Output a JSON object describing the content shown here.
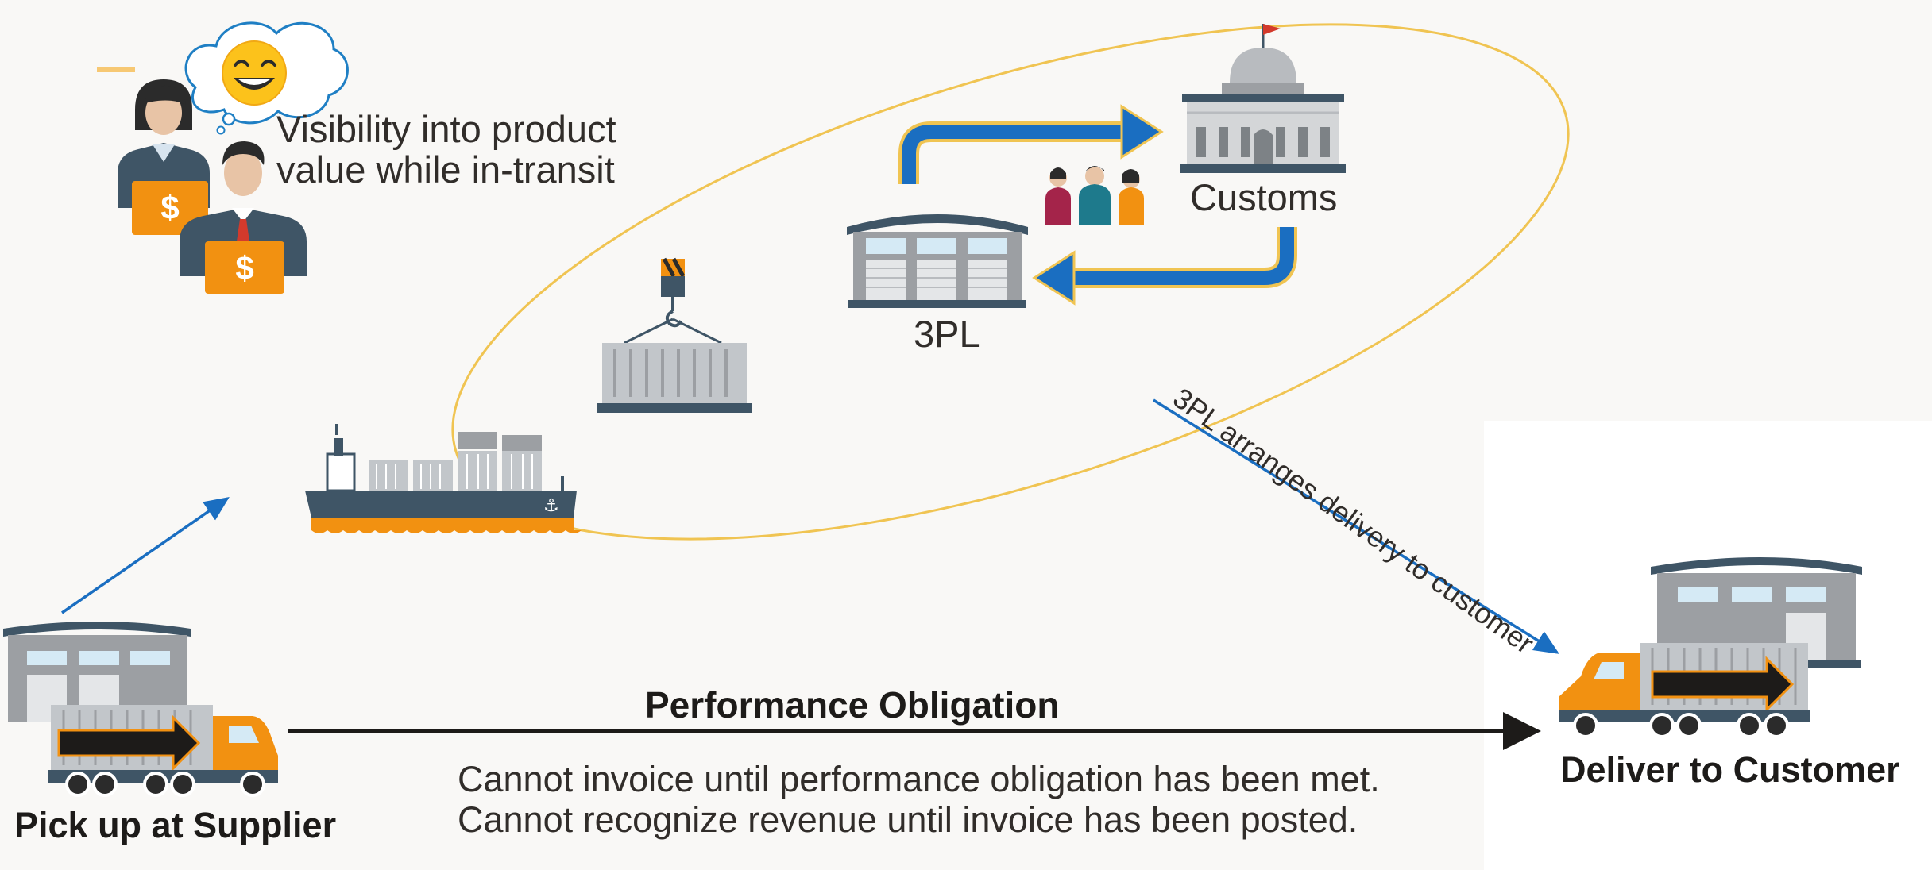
{
  "labels": {
    "visibility": [
      "Visibility into product",
      "value while in-transit"
    ],
    "tpl": "3PL",
    "customs": "Customs",
    "arranges": "3PL arranges delivery to customer",
    "performance_title": "Performance Obligation",
    "performance_note": [
      "Cannot invoice until performance obligation has been met.",
      "Cannot recognize revenue until invoice has been posted."
    ],
    "pickup": "Pick up at Supplier",
    "deliver": "Deliver to Customer",
    "currency_symbol": "$"
  },
  "colors": {
    "background": "#f9f8f6",
    "ellipse": "#f0c452",
    "flow_arrow": "#1a6ec1",
    "main_arrow": "#1d1b19",
    "orange": "#f29111",
    "slate": "#3f5566",
    "warehouse_wall": "#9c9fa3",
    "container": "#c2c6ca"
  },
  "icons": [
    "stakeholders-icon",
    "thought-bubble-icon",
    "smiley-icon",
    "dollar-laptop-icon",
    "cargo-ship-icon",
    "crane-container-icon",
    "warehouse-3pl-icon",
    "customs-building-icon",
    "customs-people-icon",
    "supplier-warehouse-icon",
    "supplier-truck-icon",
    "customer-warehouse-icon",
    "customer-truck-icon"
  ]
}
